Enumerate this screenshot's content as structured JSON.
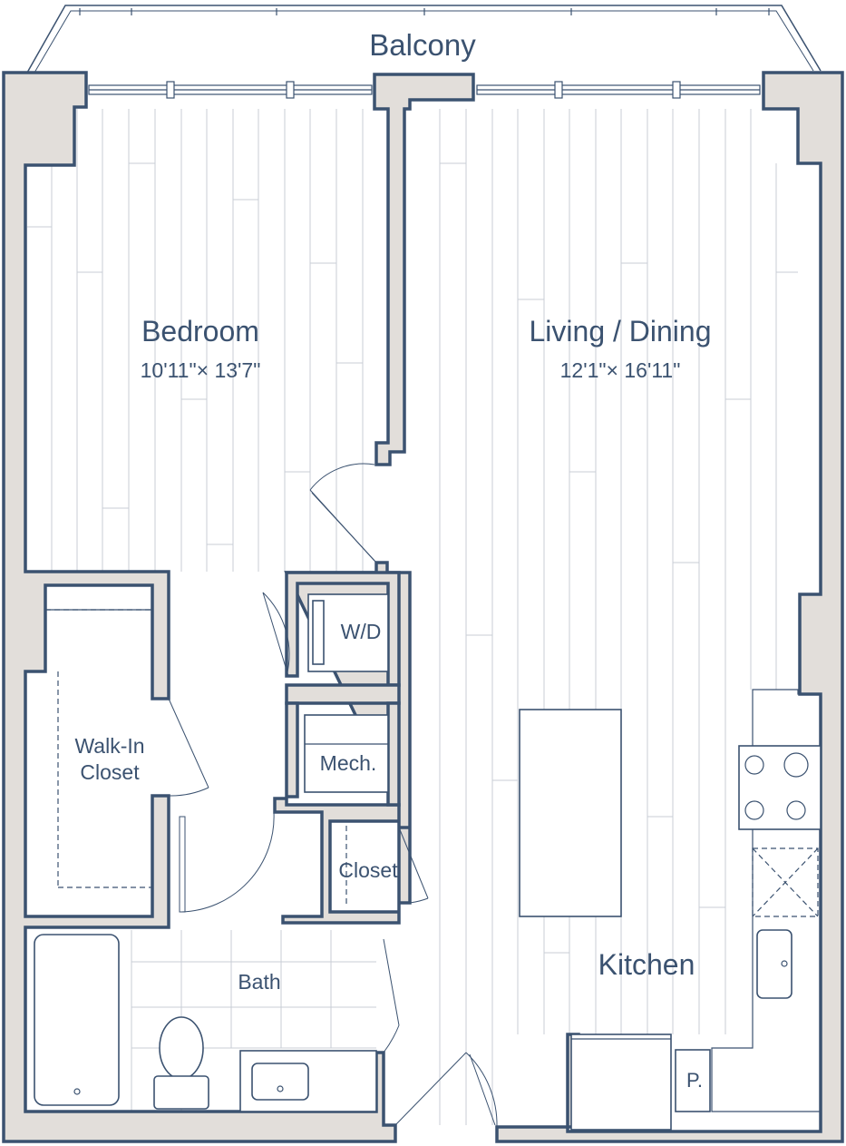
{
  "plan": {
    "balcony_label": "Balcony",
    "bedroom": {
      "name": "Bedroom",
      "dims": "10'11\"× 13'7\""
    },
    "living": {
      "name": "Living / Dining",
      "dims": "12'1\"× 16'11\""
    },
    "walkin_closet": {
      "line1": "Walk-In",
      "line2": "Closet"
    },
    "washer_dryer": "W/D",
    "mech": "Mech.",
    "closet": "Closet",
    "bath": "Bath",
    "kitchen": "Kitchen",
    "pantry": "P."
  },
  "colors": {
    "wall_outline": "#3b5270",
    "wall_fill": "#e2deda",
    "floor_plank": "#c9ced6",
    "label_text": "#3b5270"
  }
}
